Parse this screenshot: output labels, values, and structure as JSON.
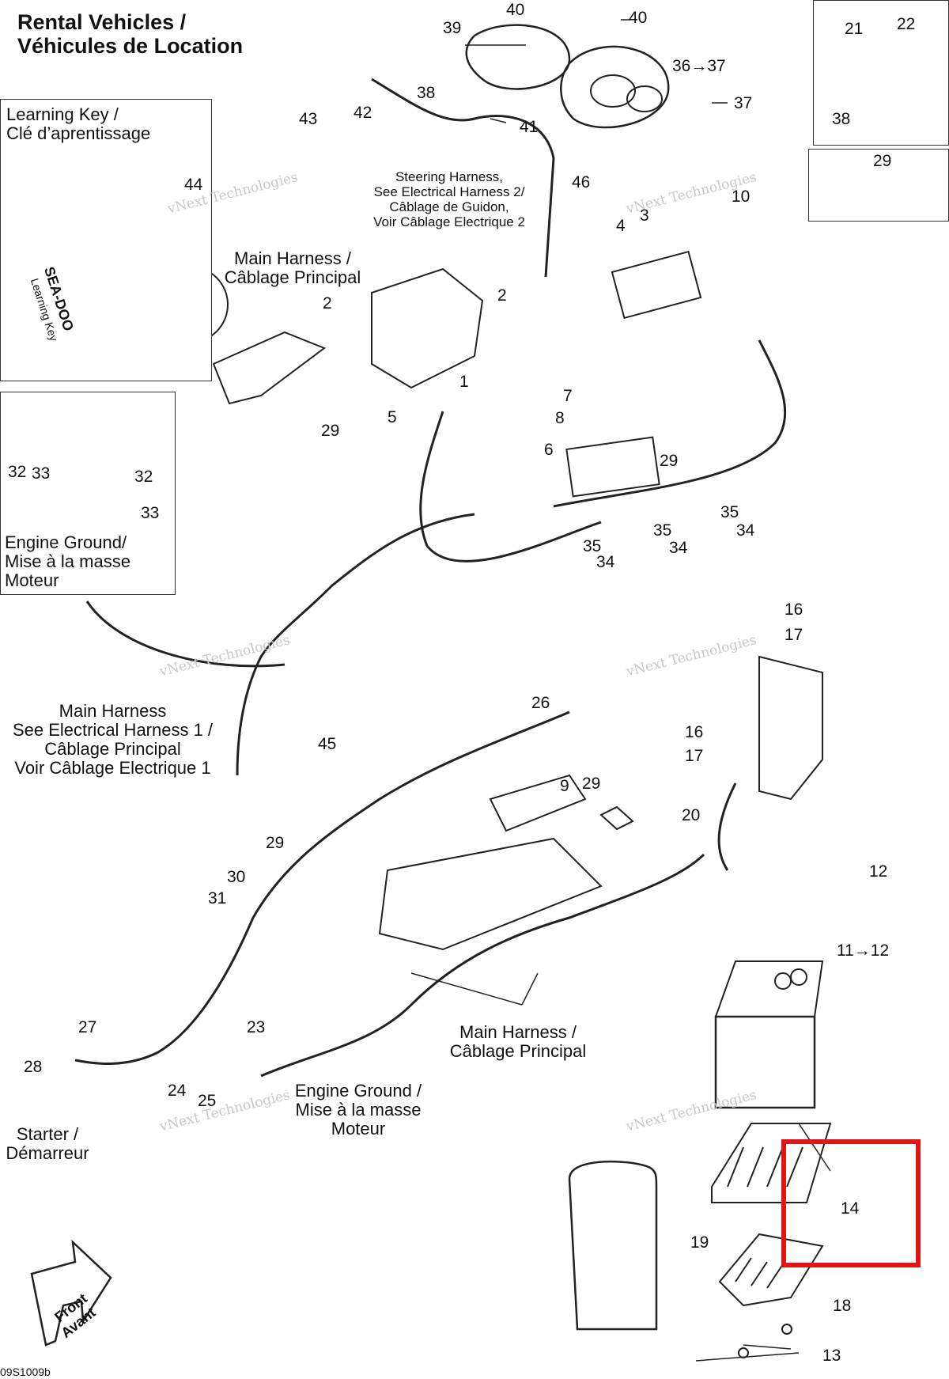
{
  "title": {
    "line1": "Rental Vehicles /",
    "line2": "Véhicules de Location"
  },
  "insets": {
    "learning_key": {
      "line1": "Learning Key /",
      "line2": "Clé d’aprentissage",
      "key_text": "SEA-DOO",
      "key_sub": "Learning Key"
    },
    "engine_ground_top": {
      "line1": "Engine Ground/",
      "line2": "Mise à la masse",
      "line3": "Moteur"
    }
  },
  "callouts": {
    "steering_harness": [
      "Steering Harness,",
      "See Electrical Harness 2/",
      "Câblage de Guidon,",
      "Voir Câblage Electrique 2"
    ],
    "main_harness_top": [
      "Main Harness /",
      "Câblage Principal"
    ],
    "main_harness_left": [
      "Main Harness",
      "See Electrical Harness 1 /",
      "Câblage Principal",
      "Voir Câblage Electrique 1"
    ],
    "main_harness_bottom": [
      "Main Harness /",
      "Câblage Principal"
    ],
    "engine_ground_bottom": [
      "Engine Ground /",
      "Mise à la masse",
      "Moteur"
    ],
    "starter": [
      "Starter /",
      "Démarreur"
    ],
    "front": [
      "Front",
      "Avant"
    ]
  },
  "part_numbers": [
    "40",
    "40",
    "39",
    "36→37",
    "37",
    "38",
    "41",
    "43",
    "42",
    "46",
    "10",
    "3",
    "4",
    "44",
    "2",
    "2",
    "1",
    "5",
    "29",
    "7",
    "8",
    "6",
    "29",
    "32",
    "33",
    "32",
    "33",
    "35",
    "34",
    "35",
    "34",
    "35",
    "34",
    "16",
    "17",
    "16",
    "17",
    "26",
    "45",
    "9",
    "29",
    "20",
    "29",
    "30",
    "31",
    "12",
    "11→12",
    "27",
    "28",
    "23",
    "24",
    "25",
    "14",
    "19",
    "18",
    "13",
    "21",
    "22",
    "38",
    "29"
  ],
  "drawing_code": "09S1009b",
  "watermark": {
    "line1": "vNext Technologies",
    "line2": "vNext Technologies"
  },
  "highlight": {
    "part": "14",
    "color": "#e01616"
  }
}
